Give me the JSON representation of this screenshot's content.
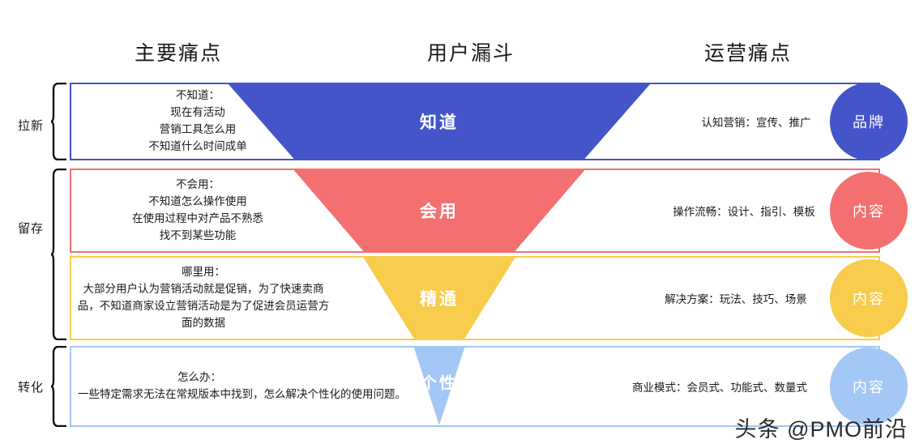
{
  "headers": {
    "pain_points": "主要痛点",
    "funnel": "用户漏斗",
    "ops_pain_points": "运营痛点"
  },
  "stages": [
    {
      "label": "拉新"
    },
    {
      "label": "留存"
    },
    {
      "label": "转化"
    }
  ],
  "colors": {
    "know": "#4355C8",
    "use": "#F47070",
    "master": "#F8CC4C",
    "personal": "#A4C8F5"
  },
  "rows": [
    {
      "funnel_label": "知道",
      "pain_title": "不知道：",
      "pain_lines": [
        "现在有活动",
        "营销工具怎么用",
        "不知道什么时间成单"
      ],
      "ops_text": "认知营销：宣传、推广",
      "tag": "品牌"
    },
    {
      "funnel_label": "会用",
      "pain_title": "不会用：",
      "pain_lines": [
        "不知道怎么操作使用",
        "在使用过程中对产品不熟悉",
        "找不到某些功能"
      ],
      "ops_text": "操作流畅：设计、指引、模板",
      "tag": "内容"
    },
    {
      "funnel_label": "精通",
      "pain_title": "哪里用：",
      "pain_lines": [
        "大部分用户认为营销活动就是促销，为了快速卖商品，不知道商家设立营销活动是为了促进会员运营方面的数据"
      ],
      "ops_text": "解决方案：玩法、技巧、场景",
      "tag": "内容"
    },
    {
      "funnel_label": "个性",
      "pain_title": "怎么办：",
      "pain_lines": [
        "一些特定需求无法在常规版本中找到，怎么解决个性化的使用问题。"
      ],
      "ops_text": "商业模式：会员式、功能式、数量式",
      "tag": "内容"
    }
  ],
  "watermark": "头条 @PMO前沿"
}
